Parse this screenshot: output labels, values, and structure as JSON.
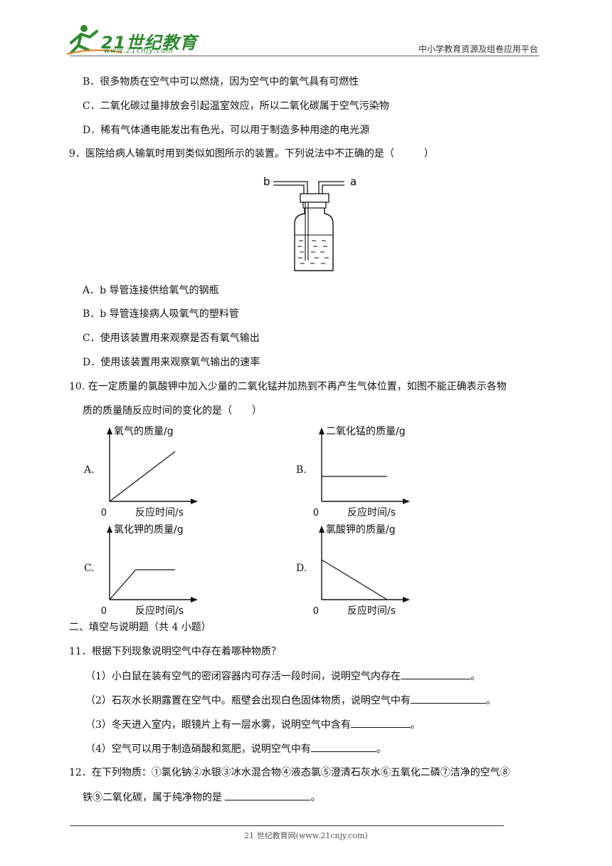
{
  "header": {
    "logo_text": "21世纪教育",
    "logo_url": "www.21cnjy.com",
    "right_text": "中小学教育资源及组卷应用平台"
  },
  "q8": {
    "optB": "B．很多物质在空气中可以燃烧，因为空气中的氧气具有可燃性",
    "optC": "C．二氧化碳过量排放会引起温室效应，所以二氧化碳属于空气污染物",
    "optD": "D．稀有气体通电能发出有色光，可以用于制造多种用途的电光源"
  },
  "q9": {
    "stem": "9．医院给病人输氧时用到类似如图所示的装置。下列说法中不正确的是（　　　）",
    "label_b": "b",
    "label_a": "a",
    "optA": "A．b 导管连接供给氧气的钢瓶",
    "optB": "B．b 导管连接病人吸氧气的塑料管",
    "optC": "C．使用该装置用来观察是否有氧气输出",
    "optD": "D．使用该装置用来观察氧气输出的速率"
  },
  "q10": {
    "stem1": "10. 在一定质量的氯酸钾中加入少量的二氧化锰并加热到不再产生气体位置，如图不能正确表示各物",
    "stem2": "质的质量随反应时间的变化的是（　　）"
  },
  "chart_data": [
    {
      "type": "line",
      "option": "A.",
      "ylabel": "氧气的质量/g",
      "xlabel": "反应时间/s",
      "origin": "0",
      "x": [
        0,
        1
      ],
      "y": [
        0,
        1
      ]
    },
    {
      "type": "line",
      "option": "B.",
      "ylabel": "二氧化锰的质量/g",
      "xlabel": "反应时间/s",
      "origin": "0",
      "x": [
        0,
        1
      ],
      "y": [
        0.5,
        0.5
      ]
    },
    {
      "type": "line",
      "option": "C.",
      "ylabel": "氯化钾的质量/g",
      "xlabel": "反应时间/s",
      "origin": "0",
      "x": [
        0,
        0.4,
        1
      ],
      "y": [
        0,
        0.6,
        0.6
      ]
    },
    {
      "type": "line",
      "option": "D.",
      "ylabel": "氯酸钾的质量/g",
      "xlabel": "反应时间/s",
      "origin": "0",
      "x": [
        0,
        1
      ],
      "y": [
        0.8,
        0
      ]
    }
  ],
  "section2": {
    "title": "二、填空与说明题（共 4 小题）"
  },
  "q11": {
    "stem": "11．根据下列现象说明空气中存在着哪种物质？",
    "s1": "（1）小白鼠在装有空气的密闭容器内可存活一段时间，说明空气内存在",
    "s2": "（2）石灰水长期露置在空气中。瓶壁会出现白色固体物质，说明空气中有",
    "s3": "（3）冬天进入室内，眼镜片上有一层水雾，说明空气中含有",
    "s4": "（4）空气可以用于制造硝酸和氮肥，说明空气中有",
    "period": "。"
  },
  "q12": {
    "stem1": "12．在下列物质：①氯化钠②水银③冰水混合物④液态氯⑤澄清石灰水⑥五氧化二磷⑦洁净的空气⑧",
    "stem2": "铁⑨二氧化碳，属于纯净物的是",
    "period": "。"
  },
  "footer": {
    "text": "21 世纪教育网(www.21cnjy.com)"
  }
}
